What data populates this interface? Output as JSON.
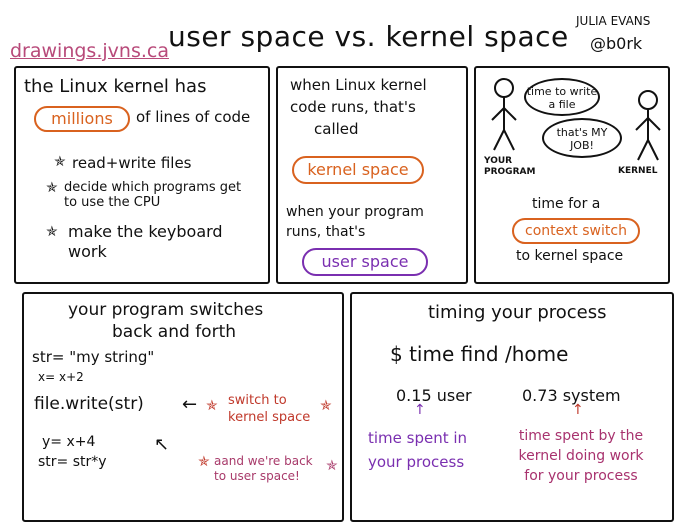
{
  "header": {
    "title": "user space vs. kernel space",
    "author_name": "JULIA EVANS",
    "author_handle": "@b0rk",
    "site": "drawings.jvns.ca"
  },
  "panel1": {
    "line1": "the Linux kernel has",
    "millions": "millions",
    "line2": "of lines of code",
    "bullets": [
      "read+write files",
      "decide which programs get to use the CPU",
      "make the keyboard work"
    ]
  },
  "panel2": {
    "line1": "when Linux kernel",
    "line2": "code runs, that's",
    "line3": "called",
    "kernel_space": "kernel space",
    "line4": "when your program",
    "line5": "runs, that's",
    "user_space": "user space"
  },
  "panel3": {
    "bubble1": "time to write a file",
    "bubble2": "that's MY JOB!",
    "label_program": "YOUR PROGRAM",
    "label_kernel": "KERNEL",
    "line1": "time for a",
    "context_switch": "context switch",
    "line2": "to kernel space"
  },
  "panel4": {
    "title1": "your program switches",
    "title2": "back and forth",
    "code": [
      "str= \"my string\"",
      "x= x+2",
      "file.write(str)",
      "y= x+4",
      "str= str*y"
    ],
    "note1": "switch to kernel space",
    "note2": "aand we're back to user space!"
  },
  "panel5": {
    "title": "timing your process",
    "command": "$ time find /home",
    "user_value": "0.15 user",
    "system_value": "0.73 system",
    "user_note": "time spent in your process",
    "system_note": "time spent by the kernel doing work for your process"
  }
}
